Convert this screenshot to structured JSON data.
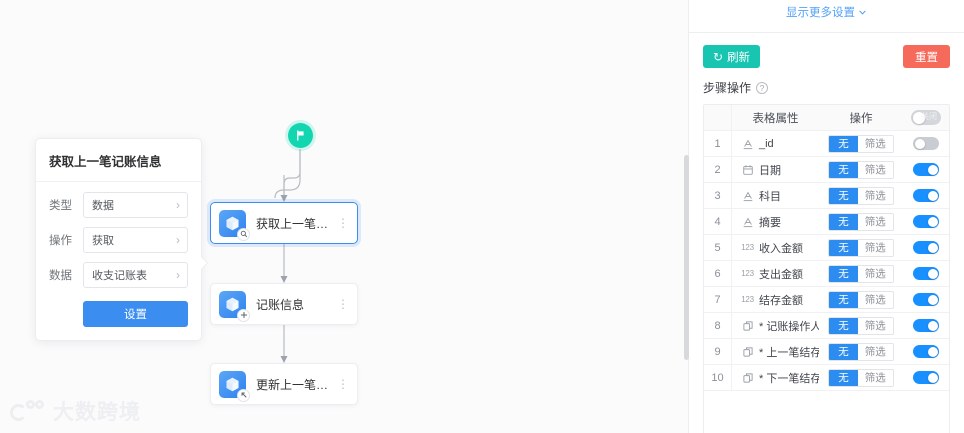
{
  "canvas": {
    "watermark_text": "大数跨境",
    "detail_card": {
      "title": "获取上一笔记账信息",
      "rows": [
        {
          "label": "类型",
          "value": "数据"
        },
        {
          "label": "操作",
          "value": "获取"
        },
        {
          "label": "数据",
          "value": "收支记账表"
        }
      ],
      "submit_label": "设置"
    },
    "flow": {
      "start_label": "start-node",
      "nodes": [
        {
          "label": "获取上一笔记...",
          "badge": "search",
          "selected": true
        },
        {
          "label": "记账信息",
          "badge": "plus",
          "selected": false
        },
        {
          "label": "更新上一笔记...",
          "badge": "update",
          "selected": false
        }
      ]
    }
  },
  "panel": {
    "top_link": "显示更多设置",
    "refresh_label": "刷新",
    "reset_label": "重置",
    "section_title": "步骤操作",
    "help_glyph": "?",
    "table": {
      "headers": {
        "index": "",
        "name": "表格属性",
        "operation": "操作",
        "toggle": "关闭"
      },
      "master_toggle_on": false,
      "rows": [
        {
          "index": "1",
          "name": "_id",
          "type": "text",
          "op_primary": "无",
          "op_secondary": "筛选",
          "toggle_on": false
        },
        {
          "index": "2",
          "name": "日期",
          "type": "date",
          "op_primary": "无",
          "op_secondary": "筛选",
          "toggle_on": true
        },
        {
          "index": "3",
          "name": "科目",
          "type": "text",
          "op_primary": "无",
          "op_secondary": "筛选",
          "toggle_on": true
        },
        {
          "index": "4",
          "name": "摘要",
          "type": "text",
          "op_primary": "无",
          "op_secondary": "筛选",
          "toggle_on": true
        },
        {
          "index": "5",
          "name": "收入金额",
          "type": "number",
          "op_primary": "无",
          "op_secondary": "筛选",
          "toggle_on": true
        },
        {
          "index": "6",
          "name": "支出金额",
          "type": "number",
          "op_primary": "无",
          "op_secondary": "筛选",
          "toggle_on": true
        },
        {
          "index": "7",
          "name": "结存金额",
          "type": "number",
          "op_primary": "无",
          "op_secondary": "筛选",
          "toggle_on": true
        },
        {
          "index": "8",
          "name": "* 记账操作人",
          "type": "link",
          "op_primary": "无",
          "op_secondary": "筛选",
          "toggle_on": true
        },
        {
          "index": "9",
          "name": "* 上一笔结存",
          "type": "link",
          "op_primary": "无",
          "op_secondary": "筛选",
          "toggle_on": true
        },
        {
          "index": "10",
          "name": "* 下一笔结存",
          "type": "link",
          "op_primary": "无",
          "op_secondary": "筛选",
          "toggle_on": true
        }
      ]
    }
  }
}
